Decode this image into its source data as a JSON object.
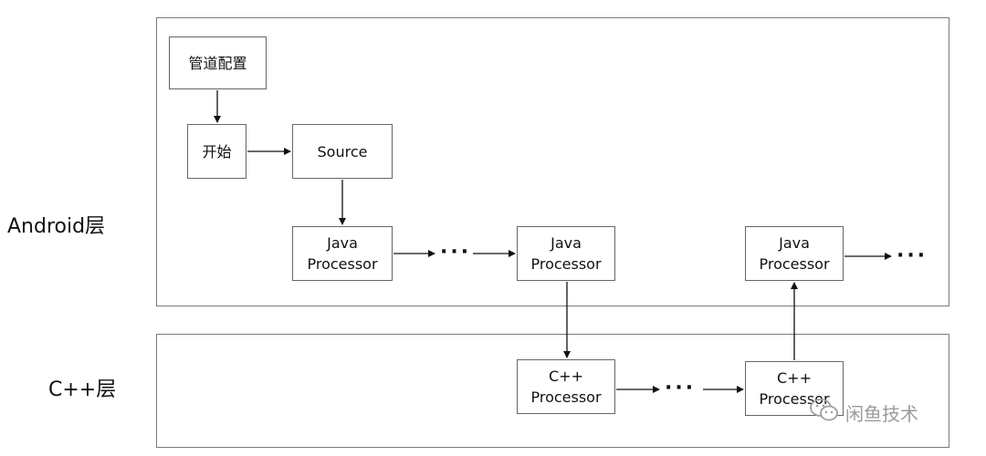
{
  "layers": {
    "android": {
      "label": "Android层"
    },
    "cpp": {
      "label": "C++层"
    }
  },
  "nodes": {
    "pipeline_config": "管道配置",
    "start": "开始",
    "source": "Source",
    "java_processor_1": {
      "line1": "Java",
      "line2": "Processor"
    },
    "java_processor_2": {
      "line1": "Java",
      "line2": "Processor"
    },
    "java_processor_3": {
      "line1": "Java",
      "line2": "Processor"
    },
    "cpp_processor_1": {
      "line1": "C++",
      "line2": "Processor"
    },
    "cpp_processor_2": {
      "line1": "C++",
      "line2": "Processor"
    }
  },
  "ellipsis": "···",
  "watermark": {
    "text": "闲鱼技术",
    "icon": "wechat-icon"
  }
}
